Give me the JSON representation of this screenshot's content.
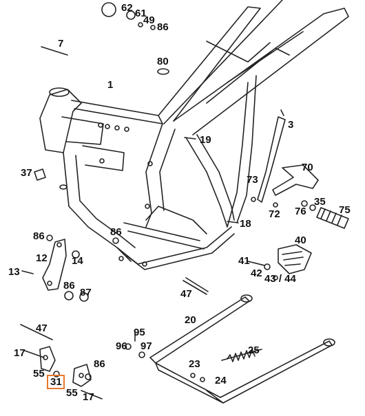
{
  "labels": {
    "p1": "1",
    "p3": "3",
    "p7": "7",
    "p12": "12",
    "p13": "13",
    "p14": "14",
    "p17a": "17",
    "p17b": "17",
    "p18": "18",
    "p19": "19",
    "p20": "20",
    "p23": "23",
    "p24": "24",
    "p25": "25",
    "p31": "31",
    "p35": "35",
    "p37": "37",
    "p40": "40",
    "p41": "41",
    "p42": "42",
    "p43": "43 / 44",
    "p47a": "47",
    "p47b": "47",
    "p49": "49",
    "p55a": "55",
    "p55b": "55",
    "p61": "61",
    "p62": "62",
    "p70": "70",
    "p72": "72",
    "p73": "73",
    "p75": "75",
    "p76": "76",
    "p80": "80",
    "p86a": "86",
    "p86b": "86",
    "p86c": "86",
    "p86d": "86",
    "p86e": "86",
    "p87": "87",
    "p95": "95",
    "p96": "96",
    "p97": "97"
  },
  "highlight": {
    "part": "31",
    "color": "#e8772a"
  }
}
